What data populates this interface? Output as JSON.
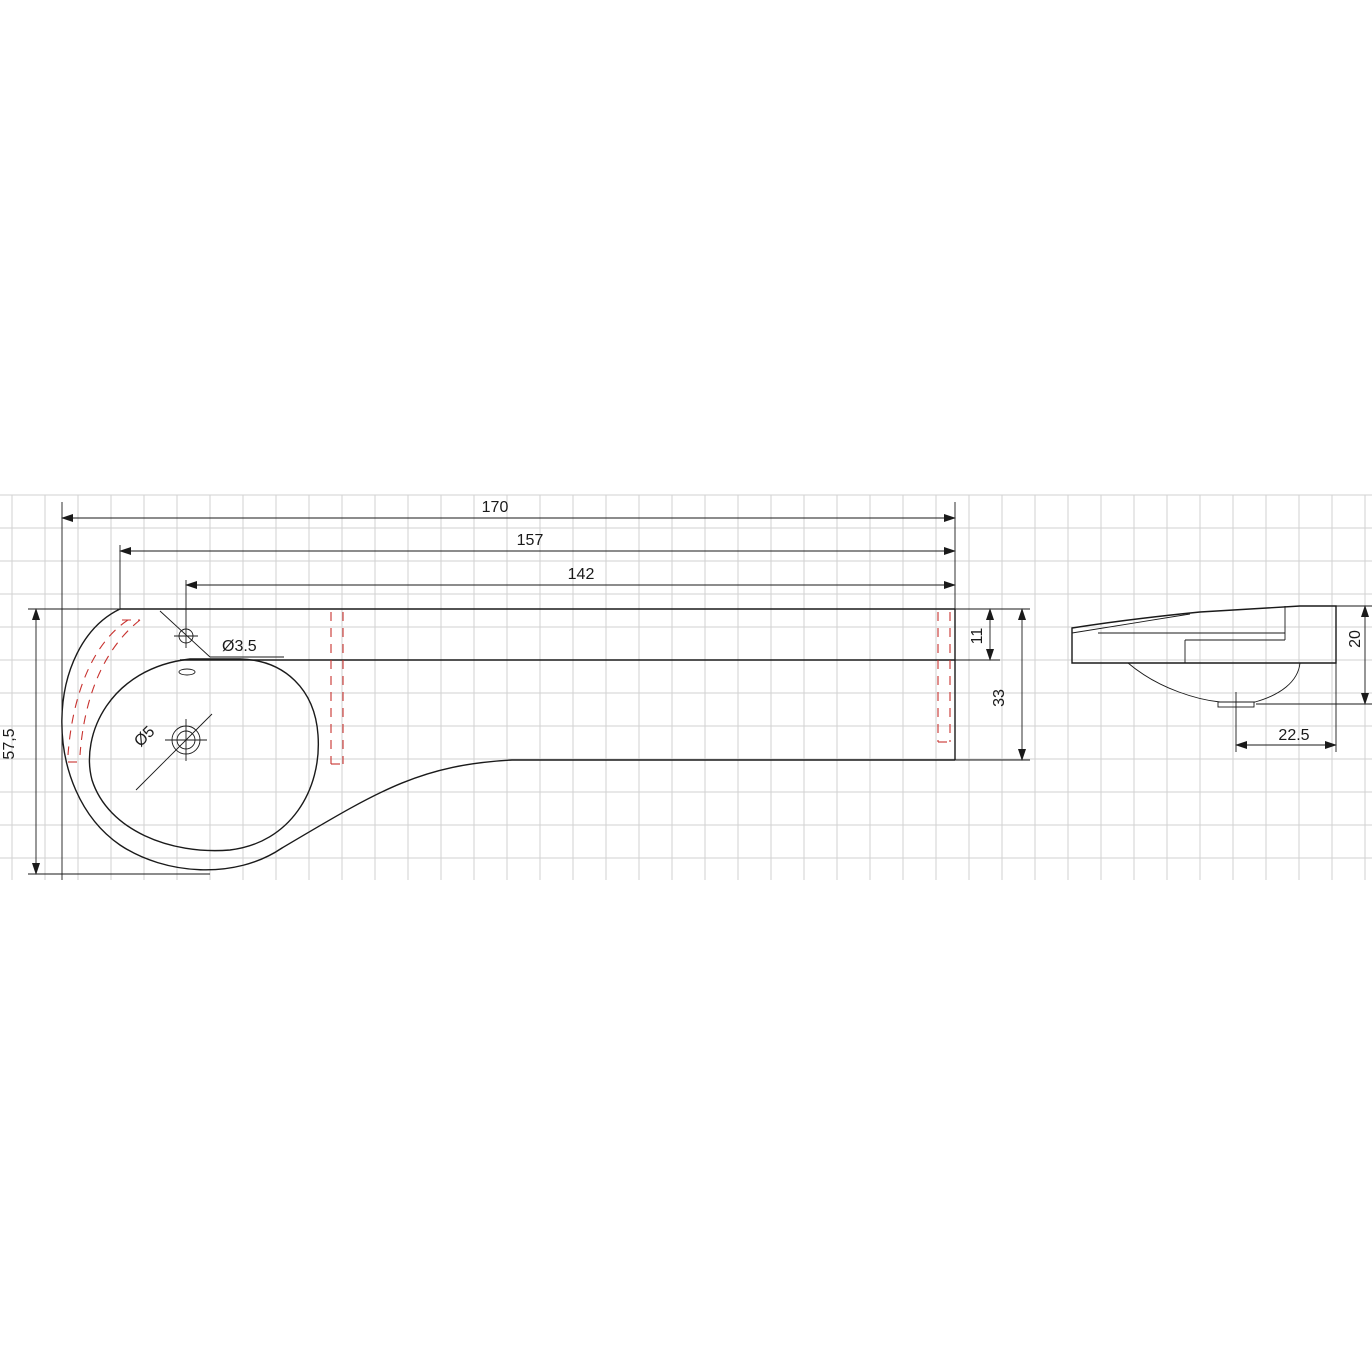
{
  "dimensions": {
    "overall_length": "170",
    "length_mid": "157",
    "length_inner": "142",
    "depth_total": "57,5",
    "top_band": "11",
    "shelf_depth": "33",
    "side_height": "20",
    "side_drain_offset": "22.5",
    "tap_hole_diameter": "Ø3.5",
    "drain_diameter": "Ø5"
  }
}
